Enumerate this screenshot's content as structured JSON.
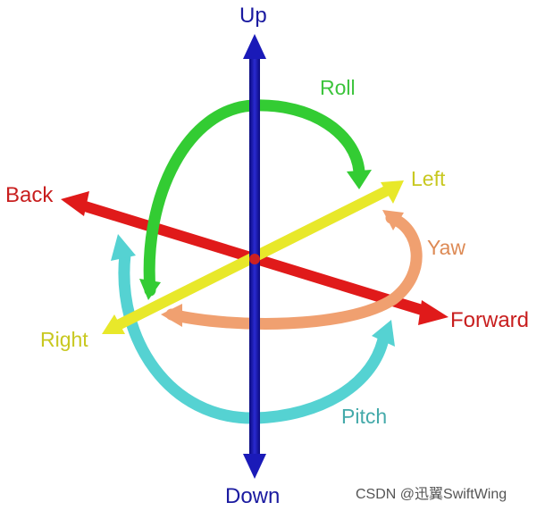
{
  "labels": {
    "up": "Up",
    "roll": "Roll",
    "left": "Left",
    "back": "Back",
    "yaw": "Yaw",
    "forward": "Forward",
    "right": "Right",
    "pitch": "Pitch",
    "down": "Down"
  },
  "watermark": "CSDN @迅翼SwiftWing",
  "colors": {
    "vertical_axis": "#1212a8",
    "horizontal_axis": "#e01a1a",
    "lateral_axis": "#e8e82a",
    "roll": "#33cc33",
    "yaw": "#f0a070",
    "pitch": "#55d2d2"
  }
}
